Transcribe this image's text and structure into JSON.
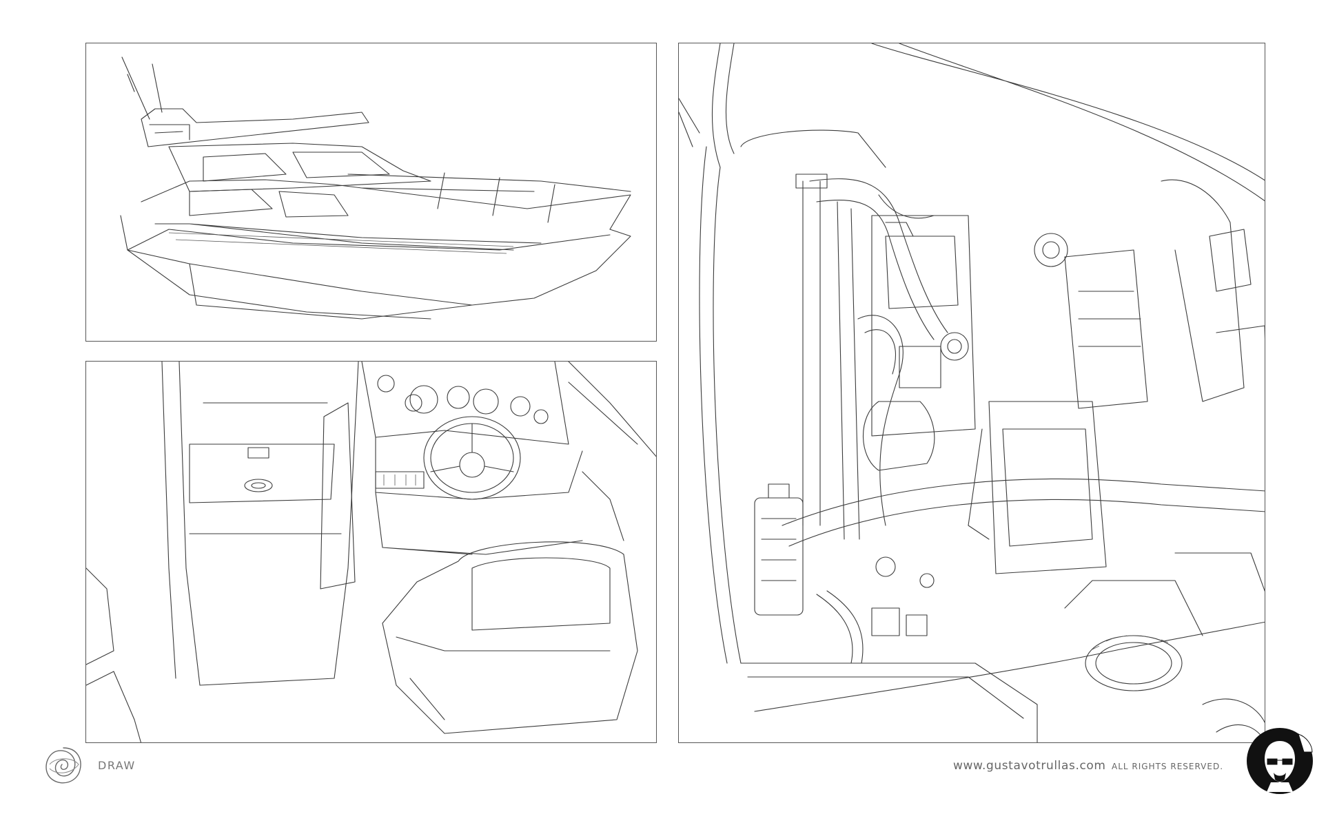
{
  "footer": {
    "label": "DRAW",
    "website": "www.gustavotrullas.com",
    "rights": "ALL RIGHTS RESERVED."
  },
  "icons": {
    "scribble_logo": "scribble-logo-icon",
    "author_badge": "author-avatar-sticker-icon"
  },
  "colors": {
    "line": "#3a3a3a",
    "border": "#555555",
    "footer_text": "#666666",
    "badge": "#111111"
  }
}
